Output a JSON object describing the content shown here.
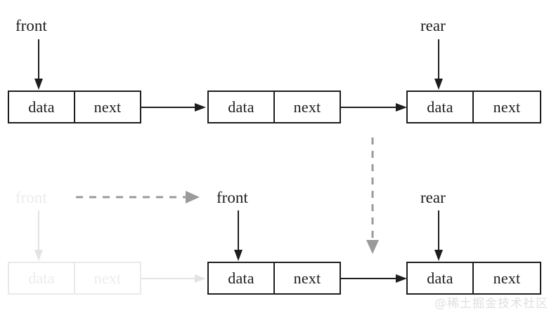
{
  "diagram": {
    "title": "linked-queue-dequeue-diagram",
    "colors": {
      "stroke": "#1d1d1d",
      "faded": "#ececec",
      "dashed": "#9a9a9a",
      "watermark": "#e0e0e0",
      "background": "#ffffff"
    },
    "cell_labels": {
      "data": "data",
      "next": "next"
    },
    "pointer_labels": {
      "front": "front",
      "rear": "rear"
    },
    "rows": [
      {
        "id": "before-row",
        "nodes": [
          {
            "id": "before-node-1",
            "data": "data",
            "next": "next",
            "faded": false
          },
          {
            "id": "before-node-2",
            "data": "data",
            "next": "next",
            "faded": false
          },
          {
            "id": "before-node-3",
            "data": "data",
            "next": "next",
            "faded": false
          }
        ],
        "pointers": [
          {
            "id": "before-front",
            "label": "front",
            "target": "before-node-1",
            "faded": false
          },
          {
            "id": "before-rear",
            "label": "rear",
            "target": "before-node-3",
            "faded": false
          }
        ]
      },
      {
        "id": "after-row",
        "nodes": [
          {
            "id": "after-node-0",
            "data": "data",
            "next": "next",
            "faded": true
          },
          {
            "id": "after-node-1",
            "data": "data",
            "next": "next",
            "faded": false
          },
          {
            "id": "after-node-2",
            "data": "data",
            "next": "next",
            "faded": false
          }
        ],
        "pointers": [
          {
            "id": "after-front-old",
            "label": "front",
            "target": "after-node-0",
            "faded": true
          },
          {
            "id": "after-front-new",
            "label": "front",
            "target": "after-node-1",
            "faded": false
          },
          {
            "id": "after-rear",
            "label": "rear",
            "target": "after-node-2",
            "faded": false
          }
        ]
      }
    ],
    "transitions": [
      {
        "id": "front-move-transition",
        "style": "dashed",
        "direction": "right",
        "from": "after-front-old",
        "to": "after-front-new"
      },
      {
        "id": "rear-persist-transition",
        "style": "dashed",
        "direction": "down",
        "from": "before-node-3",
        "to": "after-node-2"
      }
    ]
  },
  "watermark": {
    "text": "@稀土掘金技术社区"
  }
}
